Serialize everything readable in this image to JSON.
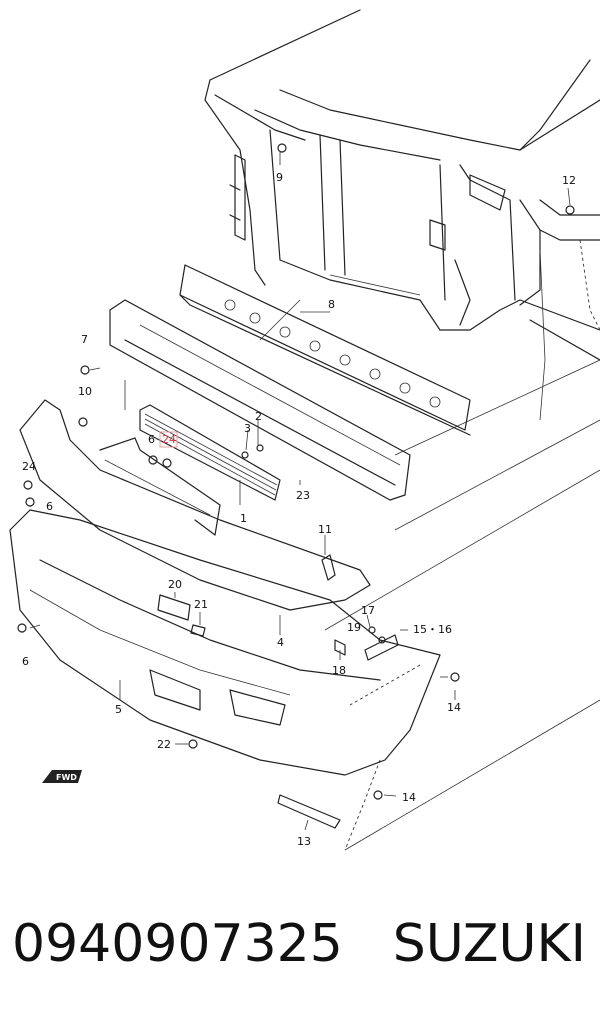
{
  "diagram": {
    "labels": [
      {
        "id": "l1",
        "text": "1"
      },
      {
        "id": "l2",
        "text": "2"
      },
      {
        "id": "l3",
        "text": "3"
      },
      {
        "id": "l4",
        "text": "4"
      },
      {
        "id": "l5",
        "text": "5"
      },
      {
        "id": "l6a",
        "text": "6"
      },
      {
        "id": "l6b",
        "text": "6"
      },
      {
        "id": "l6c",
        "text": "6"
      },
      {
        "id": "l7",
        "text": "7"
      },
      {
        "id": "l8",
        "text": "8"
      },
      {
        "id": "l9",
        "text": "9"
      },
      {
        "id": "l10",
        "text": "10"
      },
      {
        "id": "l11",
        "text": "11"
      },
      {
        "id": "l12",
        "text": "12"
      },
      {
        "id": "l13",
        "text": "13"
      },
      {
        "id": "l14a",
        "text": "14"
      },
      {
        "id": "l14b",
        "text": "14"
      },
      {
        "id": "l15",
        "text": "15・16"
      },
      {
        "id": "l17",
        "text": "17"
      },
      {
        "id": "l18",
        "text": "18"
      },
      {
        "id": "l19",
        "text": "19"
      },
      {
        "id": "l20",
        "text": "20"
      },
      {
        "id": "l21",
        "text": "21"
      },
      {
        "id": "l22",
        "text": "22"
      },
      {
        "id": "l23",
        "text": "23"
      },
      {
        "id": "l24a",
        "text": "24"
      },
      {
        "id": "l24b",
        "text": "24"
      }
    ],
    "fwd_label": "FWD",
    "highlighted_part": "24",
    "highlight_color": "#d03a3a"
  },
  "footer": {
    "part_number": "0940907325",
    "brand": "SUZUKI"
  }
}
